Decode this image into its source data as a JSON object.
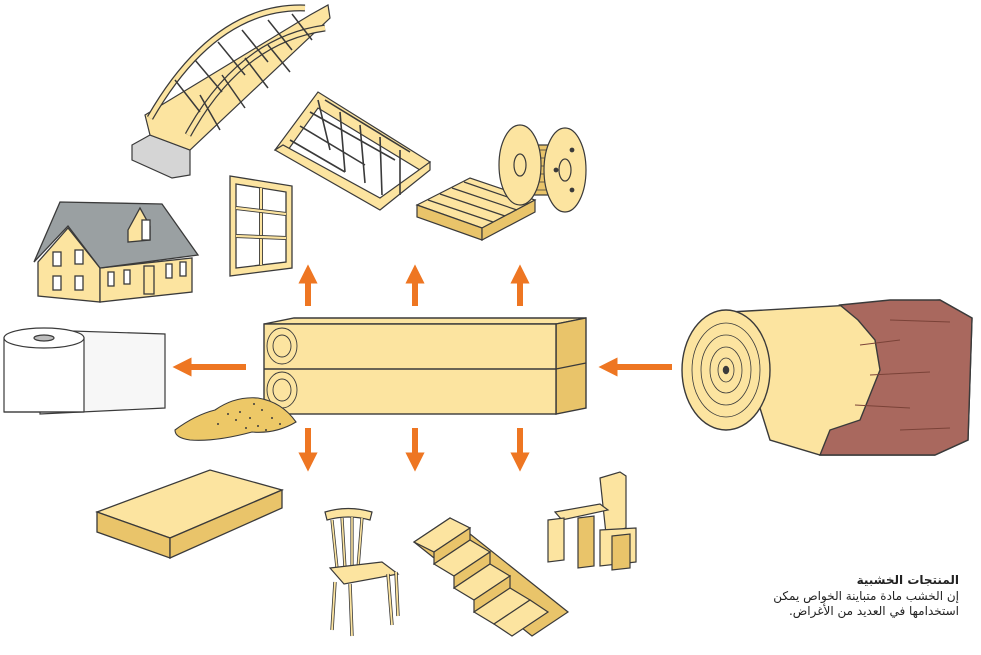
{
  "caption": {
    "title": "المنتجات الخشبية",
    "line1": "إن الخشب مادة متباينة الخواص يمكن",
    "line2": "استخدامها في العديد من الأغراض."
  },
  "colors": {
    "wood": "#FCE4A0",
    "wood_dark": "#E9C46A",
    "outline": "#3A3A3A",
    "arrow": "#EE7622",
    "bark": "#A9685E",
    "roof": "#9AA0A2"
  },
  "icons": [
    "log-icon",
    "lumber-beam-icon",
    "bridge-icon",
    "roof-truss-icon",
    "pallet-icon",
    "cable-reel-icon",
    "window-frame-icon",
    "house-icon",
    "paper-roll-icon",
    "sawdust-icon",
    "board-panel-icon",
    "chair-icon",
    "staircase-icon",
    "wood-blocks-icon"
  ]
}
